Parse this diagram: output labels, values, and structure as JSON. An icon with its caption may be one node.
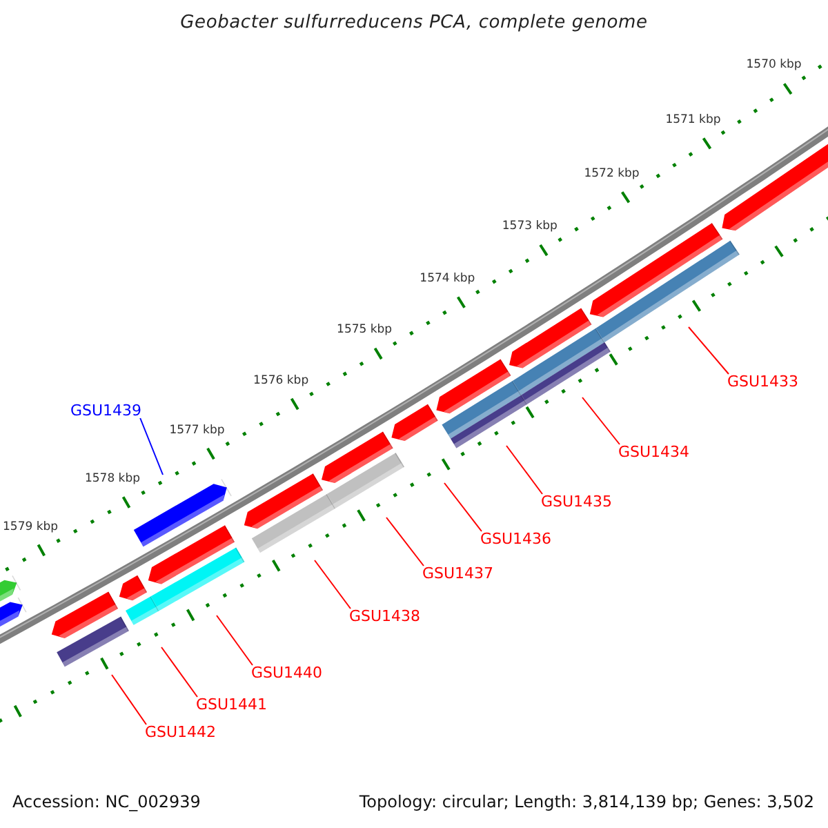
{
  "diagram": {
    "title": "Geobacter sulfurreducens PCA, complete genome",
    "nodes": [
      {
        "text": [
          "GSU1433"
        ]
      },
      {
        "text": [
          "GSU1439"
        ]
      },
      {
        "text": [
          "GSU1434"
        ]
      },
      {
        "text": [
          "GSU1435"
        ]
      },
      {
        "text": [
          "GSU1436"
        ]
      },
      {
        "text": [
          "GSU1437"
        ]
      },
      {
        "text": [
          "GSU1438"
        ]
      },
      {
        "text": [
          "GSU1440"
        ]
      },
      {
        "text": [
          "GSU1441"
        ]
      },
      {
        "text": [
          "GSU1442"
        ]
      }
    ],
    "edges": [
      {
        "from": 0,
        "to": null,
        "arrow": "none"
      },
      {
        "from": 1,
        "to": null,
        "arrow": "none",
        "color": "#0000ff"
      },
      {
        "from": 2,
        "to": null,
        "arrow": "none"
      },
      {
        "from": 3,
        "to": null,
        "arrow": "none"
      },
      {
        "from": 4,
        "to": null,
        "arrow": "none"
      },
      {
        "from": 5,
        "to": null,
        "arrow": "none"
      },
      {
        "from": 6,
        "to": null,
        "arrow": "none"
      },
      {
        "from": 7,
        "to": null,
        "arrow": "none"
      },
      {
        "from": 8,
        "to": null,
        "arrow": "none"
      },
      {
        "from": 9,
        "to": null,
        "arrow": "none"
      }
    ],
    "labels": [
      "1570 kbp",
      "1571 kbp",
      "1572 kbp",
      "1573 kbp",
      "1574 kbp",
      "1575 kbp",
      "1576 kbp",
      "1577 kbp",
      "1578 kbp",
      "1579 kbp",
      "Accession: NC_002939",
      "Topology: circular; Length: 3,814,139 bp; Genes: 3,502"
    ]
  }
}
